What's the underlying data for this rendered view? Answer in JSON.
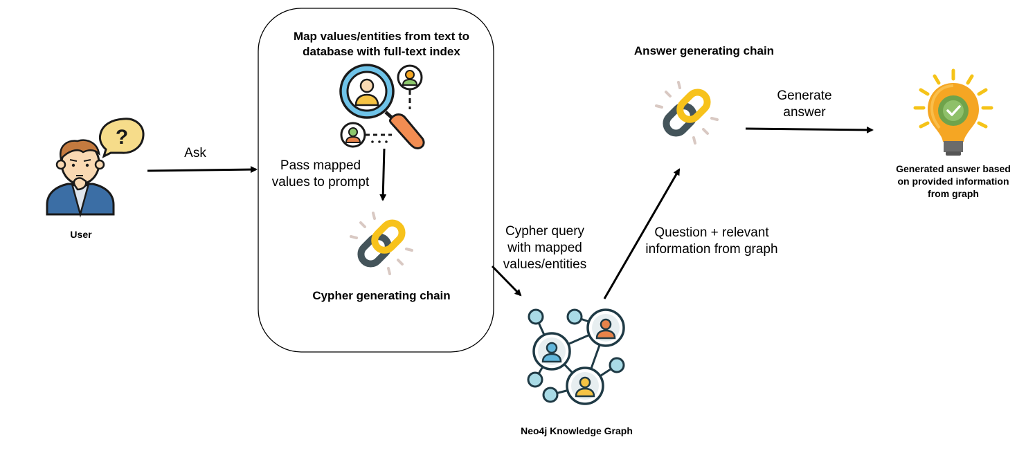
{
  "diagram": {
    "user_label": "User",
    "ask_label": "Ask",
    "user_question_mark": "?",
    "map_title_line1": "Map values/entities from text to",
    "map_title_line2": "database with full-text index",
    "pass_line1": "Pass mapped",
    "pass_line2": "values to prompt",
    "cypher_chain_label": "Cypher generating chain",
    "cypher_query_line1": "Cypher query",
    "cypher_query_line2": "with mapped",
    "cypher_query_line3": "values/entities",
    "graph_label": "Neo4j Knowledge Graph",
    "question_line1": "Question + relevant",
    "question_line2": "information from graph",
    "answer_chain_label": "Answer generating chain",
    "generate_line1": "Generate",
    "generate_line2": "answer",
    "result_line1": "Generated answer based",
    "result_line2": "on provided information",
    "result_line3": "from graph"
  },
  "icons": {
    "user": "person-thinking-icon",
    "search": "person-search-icon",
    "chain": "chain-link-icon",
    "graph": "knowledge-graph-icon",
    "bulb": "lightbulb-check-icon"
  },
  "colors": {
    "skin": "#f9d9b3",
    "hair": "#c47a3f",
    "shirt": "#3b6ea5",
    "bubble": "#f6dc8a",
    "magnifier": "#6fc3e8",
    "handle": "#f28d52",
    "chain_dark": "#44545a",
    "chain_gold": "#f7c21b",
    "graph_teal": "#a9dbe6",
    "graph_orange": "#e8834a",
    "graph_yellow": "#f5c344",
    "graph_blue": "#62b6db",
    "bulb_orange": "#f5a623",
    "bulb_green": "#6fa34b"
  }
}
